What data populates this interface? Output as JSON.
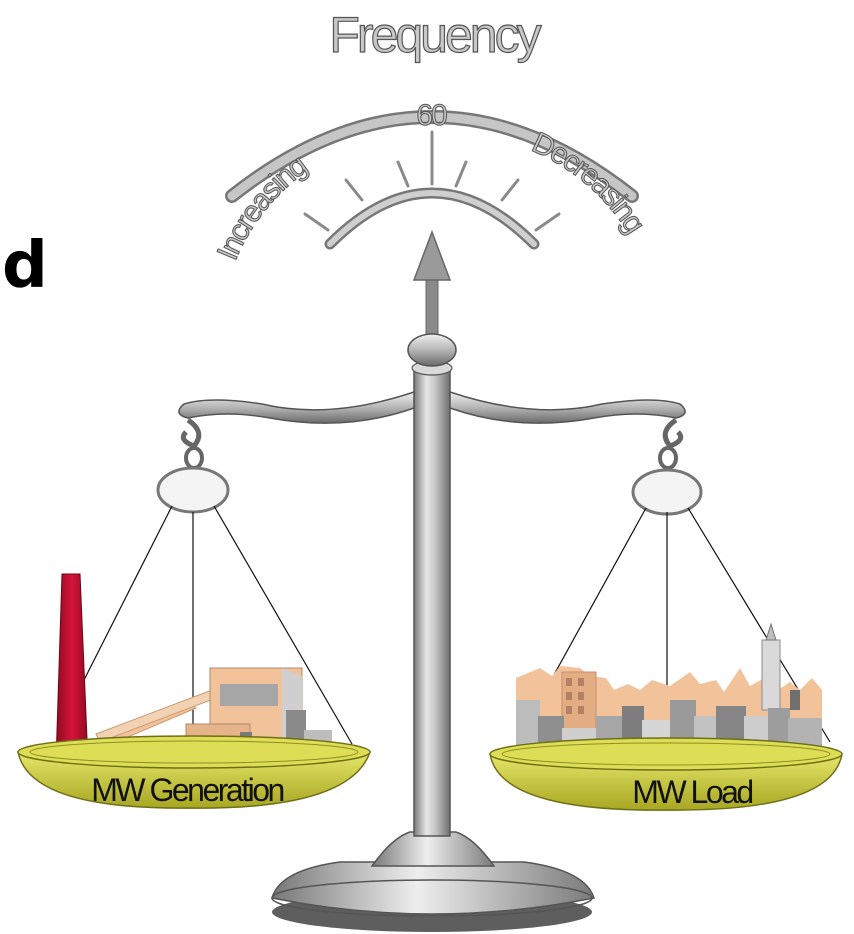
{
  "panel_label": "d",
  "gauge": {
    "title": "Frequency",
    "center_value": "60",
    "left_label": "Increasing",
    "right_label": "Decreasing"
  },
  "pans": {
    "left_label": "MW Generation",
    "right_label": "MW Load"
  },
  "colors": {
    "gauge_arc": "#a8a8a8",
    "tick": "#8a8a8a",
    "pan_gold": "#c9c935",
    "smokestack": "#c8102e",
    "building_tan": "#f2c29a",
    "building_gray": "#a6a6a6",
    "scale_metal": "#b8b8b8"
  },
  "icons": [
    "scale-icon",
    "smokestack-icon",
    "power-plant-icon",
    "city-skyline-icon",
    "arrow-up-icon"
  ]
}
